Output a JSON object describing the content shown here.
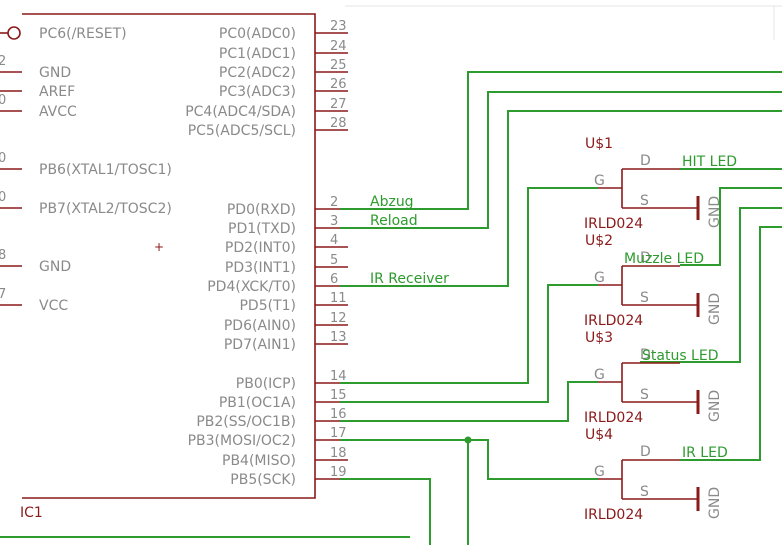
{
  "colors": {
    "wire": "#2e9b2e",
    "body": "#8b1a1a",
    "pin_text": "#8a8a8a",
    "net_text": "#2e9b2e"
  },
  "ic": {
    "name": "IC1",
    "left_pins": [
      "PC6(/RESET)",
      "GND",
      "AREF",
      "AVCC",
      "PB6(XTAL1/TOSC1)",
      "PB7(XTAL2/TOSC2)",
      "GND",
      "VCC"
    ],
    "right_pins": [
      {
        "label": "PC0(ADC0)",
        "num": "23"
      },
      {
        "label": "PC1(ADC1)",
        "num": "24"
      },
      {
        "label": "PC2(ADC2)",
        "num": "25"
      },
      {
        "label": "PC3(ADC3)",
        "num": "26"
      },
      {
        "label": "PC4(ADC4/SDA)",
        "num": "27"
      },
      {
        "label": "PC5(ADC5/SCL)",
        "num": "28"
      },
      {
        "label": "PD0(RXD)",
        "num": "2"
      },
      {
        "label": "PD1(TXD)",
        "num": "3"
      },
      {
        "label": "PD2(INT0)",
        "num": "4"
      },
      {
        "label": "PD3(INT1)",
        "num": "5"
      },
      {
        "label": "PD4(XCK/T0)",
        "num": "6"
      },
      {
        "label": "PD5(T1)",
        "num": "11"
      },
      {
        "label": "PD6(AIN0)",
        "num": "12"
      },
      {
        "label": "PD7(AIN1)",
        "num": "13"
      },
      {
        "label": "PB0(ICP)",
        "num": "14"
      },
      {
        "label": "PB1(OC1A)",
        "num": "15"
      },
      {
        "label": "PB2(SS/OC1B)",
        "num": "16"
      },
      {
        "label": "PB3(MOSI/OC2)",
        "num": "17"
      },
      {
        "label": "PB4(MISO)",
        "num": "18"
      },
      {
        "label": "PB5(SCK)",
        "num": "19"
      }
    ],
    "left_nums": [
      "2",
      "0",
      "0",
      "0",
      "8",
      "7"
    ]
  },
  "nets": {
    "abzug": "Abzug",
    "reload": "Reload",
    "ir_receiver": "IR Receiver"
  },
  "transistors": [
    {
      "id": "U$1",
      "part": "IRLD024",
      "g": "G",
      "d": "D",
      "s": "S",
      "gnd": "GND",
      "net": "HIT LED"
    },
    {
      "id": "U$2",
      "part": "IRLD024",
      "g": "G",
      "d": "D",
      "s": "S",
      "gnd": "GND",
      "net": "Muzzle LED"
    },
    {
      "id": "U$3",
      "part": "IRLD024",
      "g": "G",
      "d": "D",
      "s": "S",
      "gnd": "GND",
      "net": "Status LED"
    },
    {
      "id": "U$4",
      "part": "IRLD024",
      "g": "G",
      "d": "D",
      "s": "S",
      "gnd": "GND",
      "net": "IR LED"
    }
  ]
}
